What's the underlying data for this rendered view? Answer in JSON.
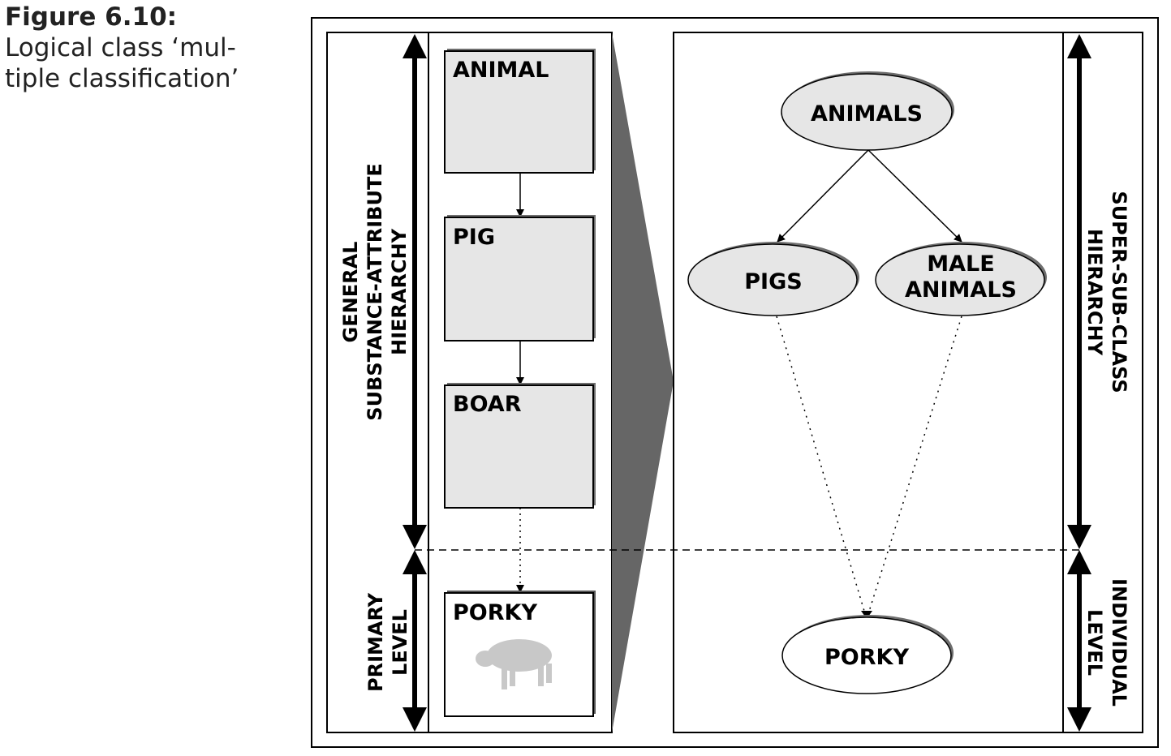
{
  "caption": {
    "title": "Figure 6.10:",
    "line1": "Logical class ‘mul-",
    "line2": "tiple classification’"
  },
  "left_axis": {
    "upper": [
      "GENERAL",
      "SUBSTANCE-ATTRIBUTE",
      "HIERARCHY"
    ],
    "lower": [
      "PRIMARY",
      "LEVEL"
    ]
  },
  "right_axis": {
    "upper": [
      "SUPER-SUB-CLASS",
      "HIERARCHY"
    ],
    "lower": [
      "INDIVIDUAL",
      "LEVEL"
    ]
  },
  "boxes": [
    "ANIMAL",
    "PIG",
    "BOAR",
    "PORKY"
  ],
  "ellipses": {
    "animals": "ANIMALS",
    "pigs": "PIGS",
    "male": [
      "MALE",
      "ANIMALS"
    ],
    "porky": "PORKY"
  },
  "colors": {
    "box_fill": "#e6e6e6",
    "wedge": "#666666",
    "shadow": "#6e6e6e"
  }
}
